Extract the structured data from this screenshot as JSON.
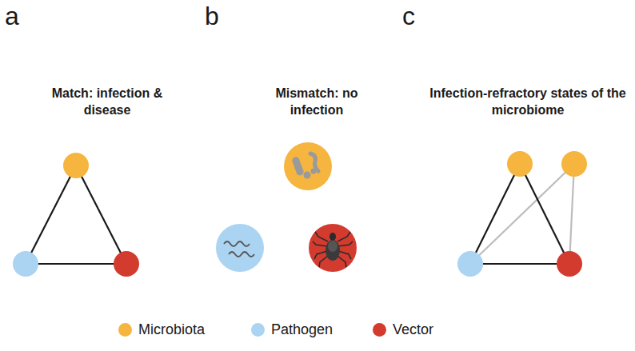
{
  "diagram": {
    "labels": [
      "a",
      "b",
      "c",
      "Match: infection & disease",
      "Mismatch: no infection",
      "Infection-refractory states of the microbiome"
    ],
    "legend": [
      {
        "text": "Microbiota",
        "color": "#f5b53f"
      },
      {
        "text": "Pathogen",
        "color": "#abd3f2"
      },
      {
        "text": "Vector",
        "color": "#d33b2f"
      }
    ]
  }
}
